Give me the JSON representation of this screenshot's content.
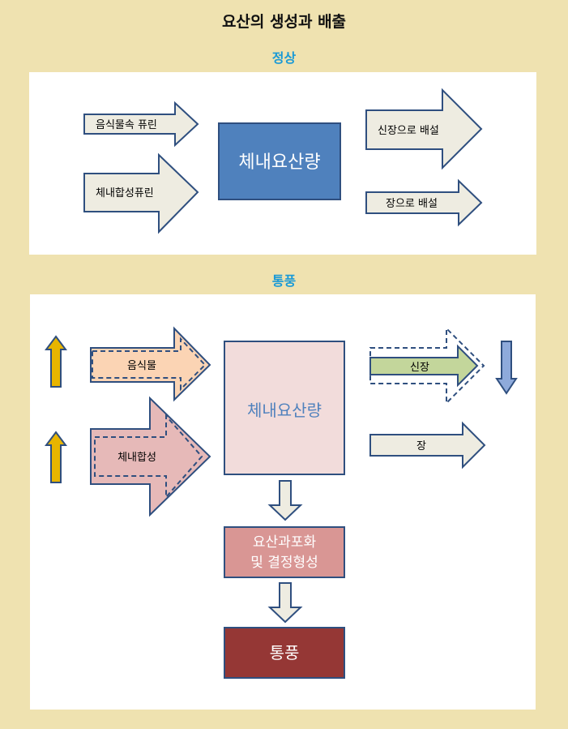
{
  "title": "요산의 생성과 배출",
  "normal": {
    "label": "정상",
    "inputs": [
      "음식물속 퓨린",
      "체내합성퓨린"
    ],
    "center": "체내요산량",
    "outputs": [
      "신장으로 배설",
      "장으로 배설"
    ]
  },
  "gout": {
    "label": "통풍",
    "inputs": [
      "음식물",
      "체내합성"
    ],
    "center": "체내요산량",
    "outputs": [
      "신장",
      "장"
    ],
    "process_line1": "요산과포화",
    "process_line2": "및 결정형성",
    "result": "통풍"
  },
  "colors": {
    "background": "#efe2b0",
    "section_label": "#1a9ad6",
    "box_blue": "#4f81bd",
    "arrow_fill": "#eeece1",
    "arrow_stroke": "#2f4f7f",
    "orange_fill": "#fbd4b4",
    "pink_fill": "#e6b9b8",
    "green_fill": "#c3d69b",
    "center_pink": "#f2dcdb",
    "process_fill": "#d99694",
    "result_fill": "#953735",
    "up_arrow": "#e8b500",
    "down_arrow": "#8eaadb"
  }
}
